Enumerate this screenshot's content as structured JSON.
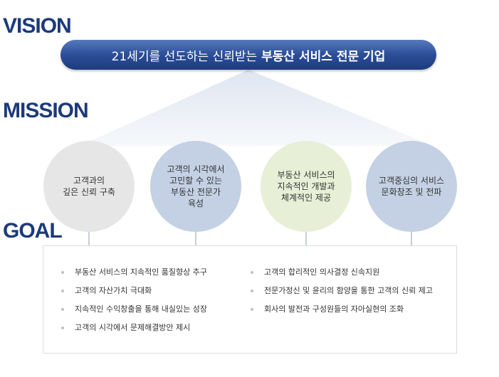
{
  "vision": {
    "heading": "VISION",
    "statement_plain": "21세기를 선도하는 신뢰받는",
    "statement_bold": "부동산 서비스 전문 기업"
  },
  "mission": {
    "heading": "MISSION",
    "items": [
      "고객과의\n깊은 신뢰 구축",
      "고객의 시각에서\n고민할 수 있는\n부동산 전문가\n육성",
      "부동산 서비스의\n지속적인 개발과\n체계적인 제공",
      "고객중심의 서비스\n문화창조 및 전파"
    ]
  },
  "goal": {
    "heading": "GOAL",
    "left": [
      "부동산 서비스의 지속적인 품질향상 추구",
      "고객의 자산가치 극대화",
      "지속적인 수익창출을 통해 내실있는 성장",
      "고객의 시각에서 문제해결방안 제시"
    ],
    "right": [
      "고객의 합리적인 의사결정 신속지원",
      "전문가정신 및 윤리의 함양을 통한 고객의 신뢰 제고",
      "회사의 발전과 구성원들의 자아실현의 조화"
    ]
  },
  "colors": {
    "heading": "#1c3a7a",
    "vision_bar": "#2c4e98",
    "circle_gray": "#e6e6e6",
    "circle_blue": "#c4d1e4",
    "circle_green": "#e7efd6"
  }
}
